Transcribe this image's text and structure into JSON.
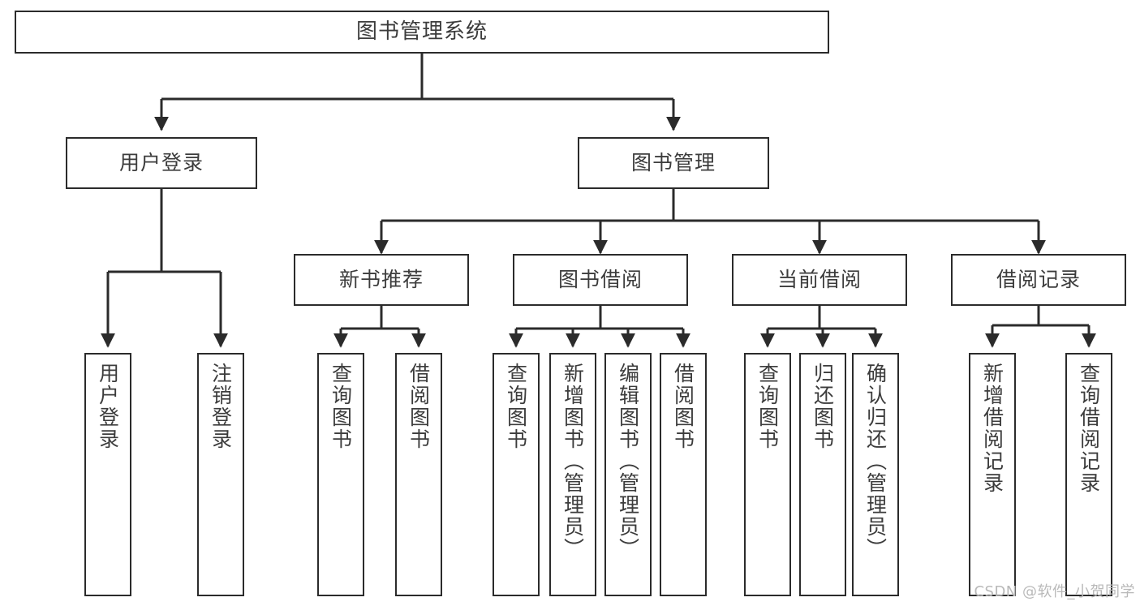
{
  "diagram": {
    "type": "tree",
    "title": "图书管理系统",
    "orientation": "top-down",
    "colors": {
      "box_border": "#2b2b2b",
      "box_fill": "#ffffff",
      "connector": "#2b2b2b",
      "text": "#3c3c3c",
      "watermark": "#b9b9b9",
      "background": "#ffffff"
    }
  },
  "nodes": {
    "root": {
      "label": "图书管理系统"
    },
    "level2": [
      {
        "label": "用户登录"
      },
      {
        "label": "图书管理"
      }
    ],
    "level3": [
      {
        "label": "新书推荐"
      },
      {
        "label": "图书借阅"
      },
      {
        "label": "当前借阅"
      },
      {
        "label": "借阅记录"
      }
    ],
    "leaves": {
      "user_login": [
        {
          "label": "用户登录"
        },
        {
          "label": "注销登录"
        }
      ],
      "new_book": [
        {
          "label": "查询图书"
        },
        {
          "label": "借阅图书"
        }
      ],
      "book_borrow": [
        {
          "label": "查询图书"
        },
        {
          "label": "新增图书（管理员）"
        },
        {
          "label": "编辑图书（管理员）"
        },
        {
          "label": "借阅图书"
        }
      ],
      "current_borrow": [
        {
          "label": "查询图书"
        },
        {
          "label": "归还图书"
        },
        {
          "label": "确认归还（管理员）"
        }
      ],
      "borrow_record": [
        {
          "label": "新增借阅记录"
        },
        {
          "label": "查询借阅记录"
        }
      ]
    }
  },
  "watermark": {
    "text": "CSDN @软件_小贺同学"
  }
}
